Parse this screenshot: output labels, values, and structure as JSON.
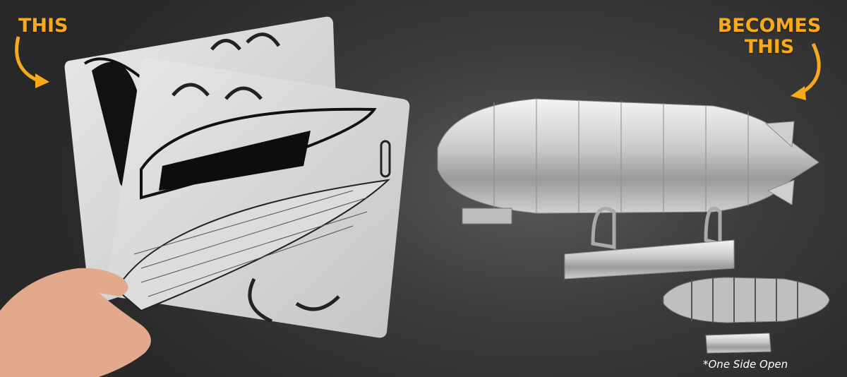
{
  "headline_left": "THIS",
  "headline_right": {
    "line1": "BECOMES",
    "line2": "THIS"
  },
  "footnote": "*One Side Open",
  "colors": {
    "accent": "#f8a91c",
    "background": "#2c2c2c",
    "metal": "#d9d9d9"
  },
  "icons": [
    "curved-arrow-icon-left",
    "curved-arrow-icon-right"
  ]
}
